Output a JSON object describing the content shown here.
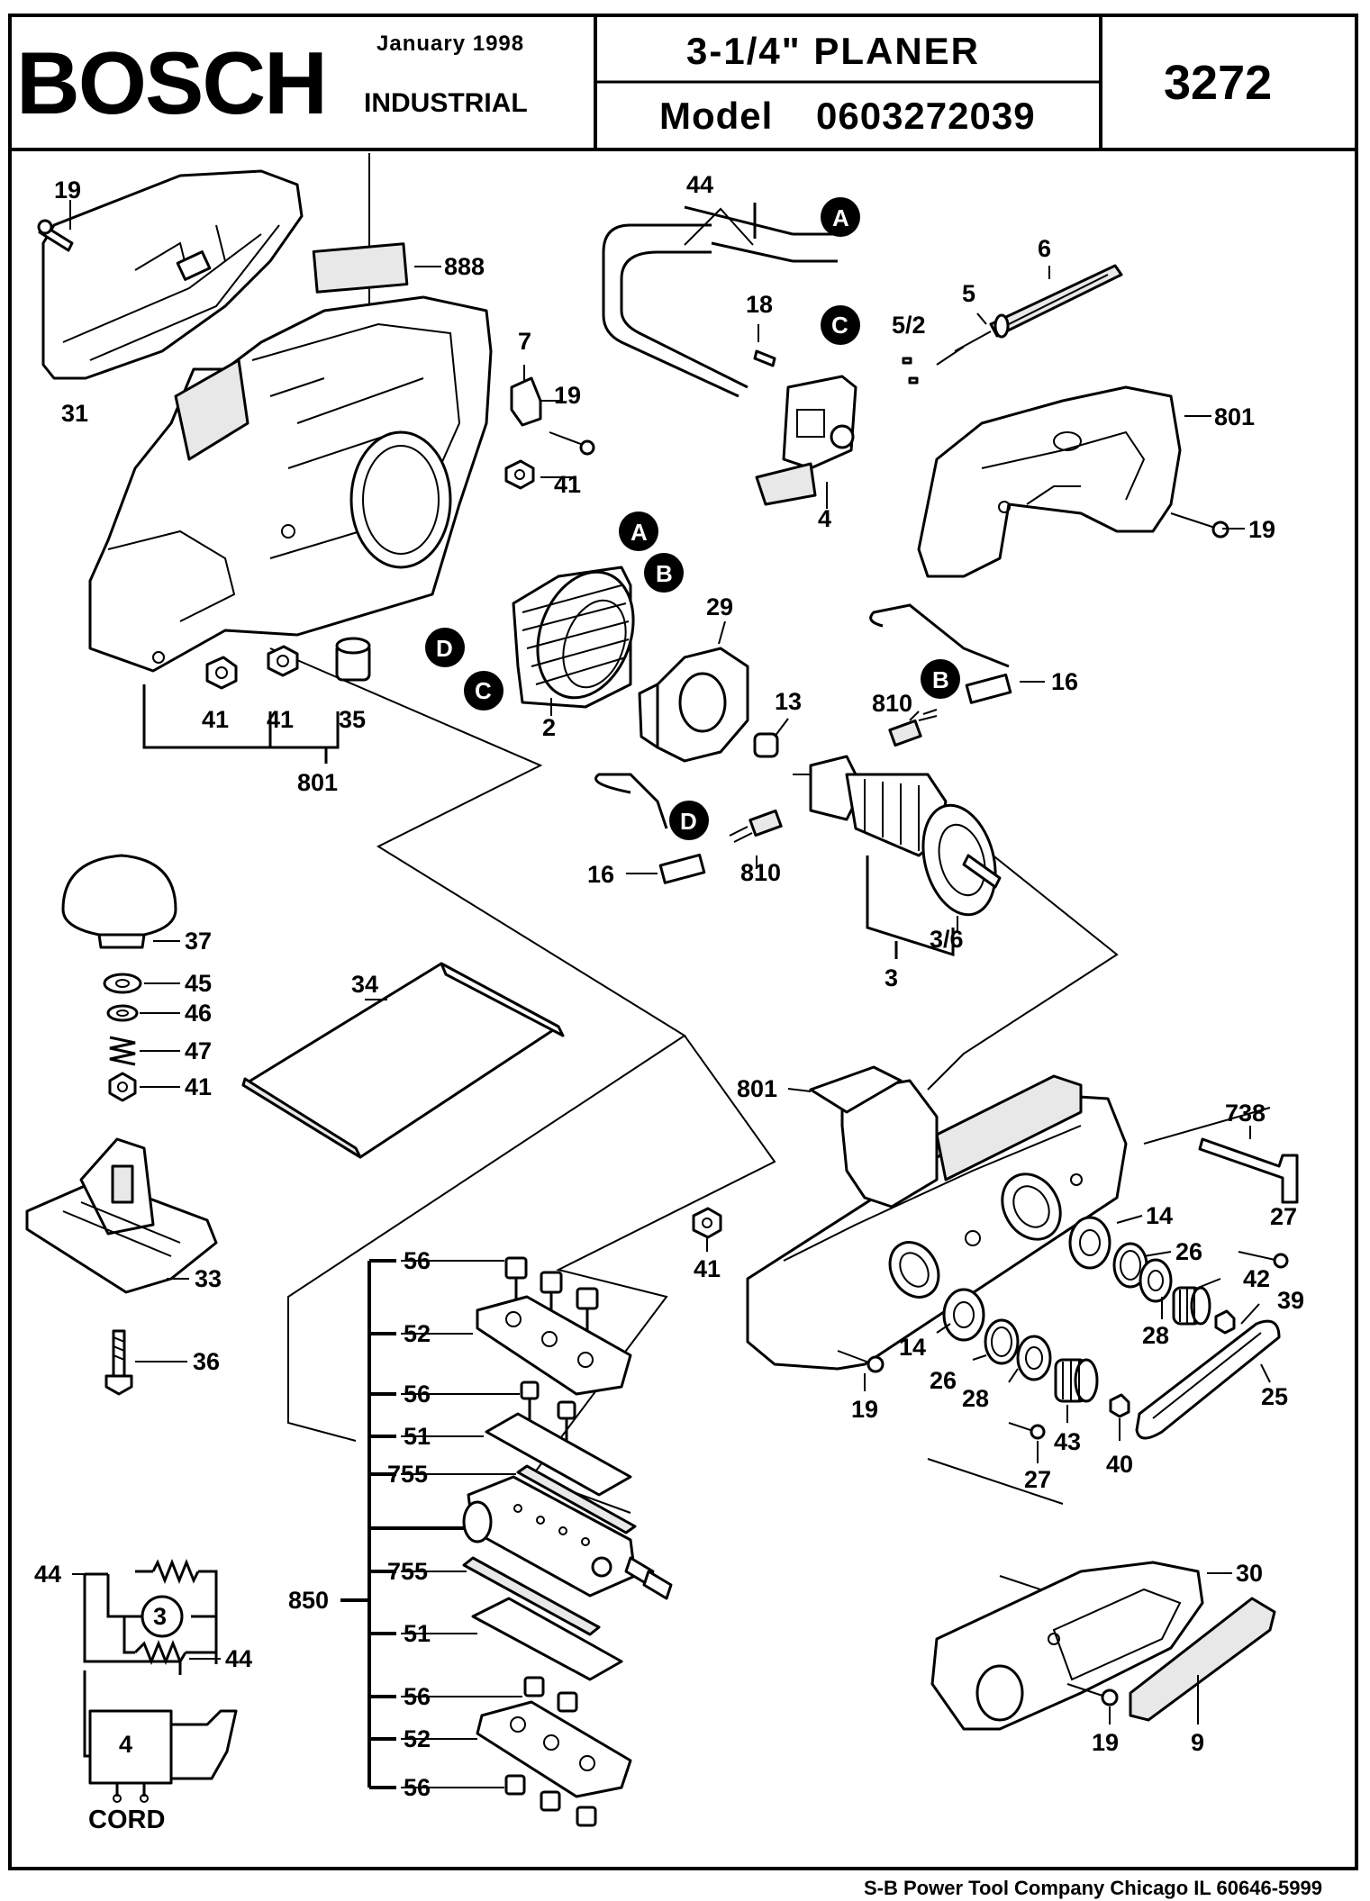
{
  "header": {
    "brand": "BOSCH",
    "date": "January  1998",
    "category": "INDUSTRIAL",
    "title": "3-1/4\"  PLANER",
    "model_label": "Model",
    "model_number": "0603272039",
    "doc_number": "3272"
  },
  "footer": {
    "company": "S-B Power Tool Company  Chicago IL 60646-5999"
  },
  "callouts": {
    "a": "A",
    "b": "B",
    "c": "C",
    "d": "D"
  },
  "labels": {
    "p19": "19",
    "p31": "31",
    "p888": "888",
    "p7": "7",
    "p41": "41",
    "p35": "35",
    "p801": "801",
    "p44": "44",
    "p18": "18",
    "p4": "4",
    "p6": "6",
    "p5": "5",
    "p52": "5/2",
    "p2": "2",
    "p29": "29",
    "p13": "13",
    "p810": "810",
    "p16": "16",
    "p3": "3",
    "p36b": "3/6",
    "p37": "37",
    "p45": "45",
    "p46": "46",
    "p47": "47",
    "p34": "34",
    "p33": "33",
    "p36": "36",
    "p738": "738",
    "p14": "14",
    "p26": "26",
    "p27": "27",
    "p42": "42",
    "p39": "39",
    "p28": "28",
    "p43": "43",
    "p40": "40",
    "p25": "25",
    "p30": "30",
    "p9": "9",
    "p56": "56",
    "p522": "52",
    "p51": "51",
    "p755": "755",
    "p850": "850"
  },
  "schematic": {
    "motor": "3",
    "switch": "4",
    "cord": "CORD"
  }
}
